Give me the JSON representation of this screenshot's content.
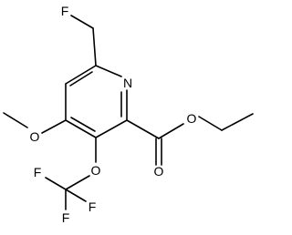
{
  "molecule": {
    "atoms": {
      "f_top": "F",
      "n_ring": "N",
      "o_methoxy": "O",
      "o_ester_single": "O",
      "o_carbonyl": "O",
      "o_trifluoromethoxy": "O",
      "f_cf3_left": "F",
      "f_cf3_right": "F",
      "f_cf3_bottom": "F"
    }
  },
  "colors": {
    "line": "#000000",
    "background": "#ffffff"
  }
}
